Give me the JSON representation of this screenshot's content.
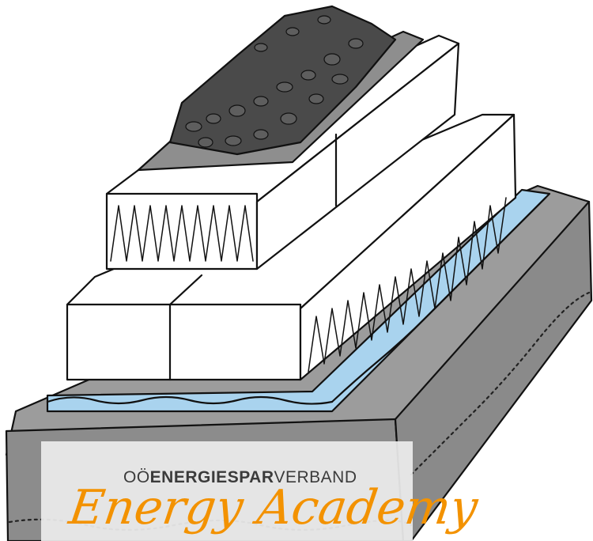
{
  "logo": {
    "prefix": "OÖ",
    "bold": "ENERGIESPAR",
    "suffix": "VERBAND",
    "script": "Energy Academy"
  },
  "colors": {
    "concrete": "#9a9a9a",
    "membrane": "#a9d3ee",
    "insulation": "#ffffff",
    "gravel": "#4a4a4a",
    "fleece": "#8e8e8e",
    "brand_orange": "#f39200"
  }
}
